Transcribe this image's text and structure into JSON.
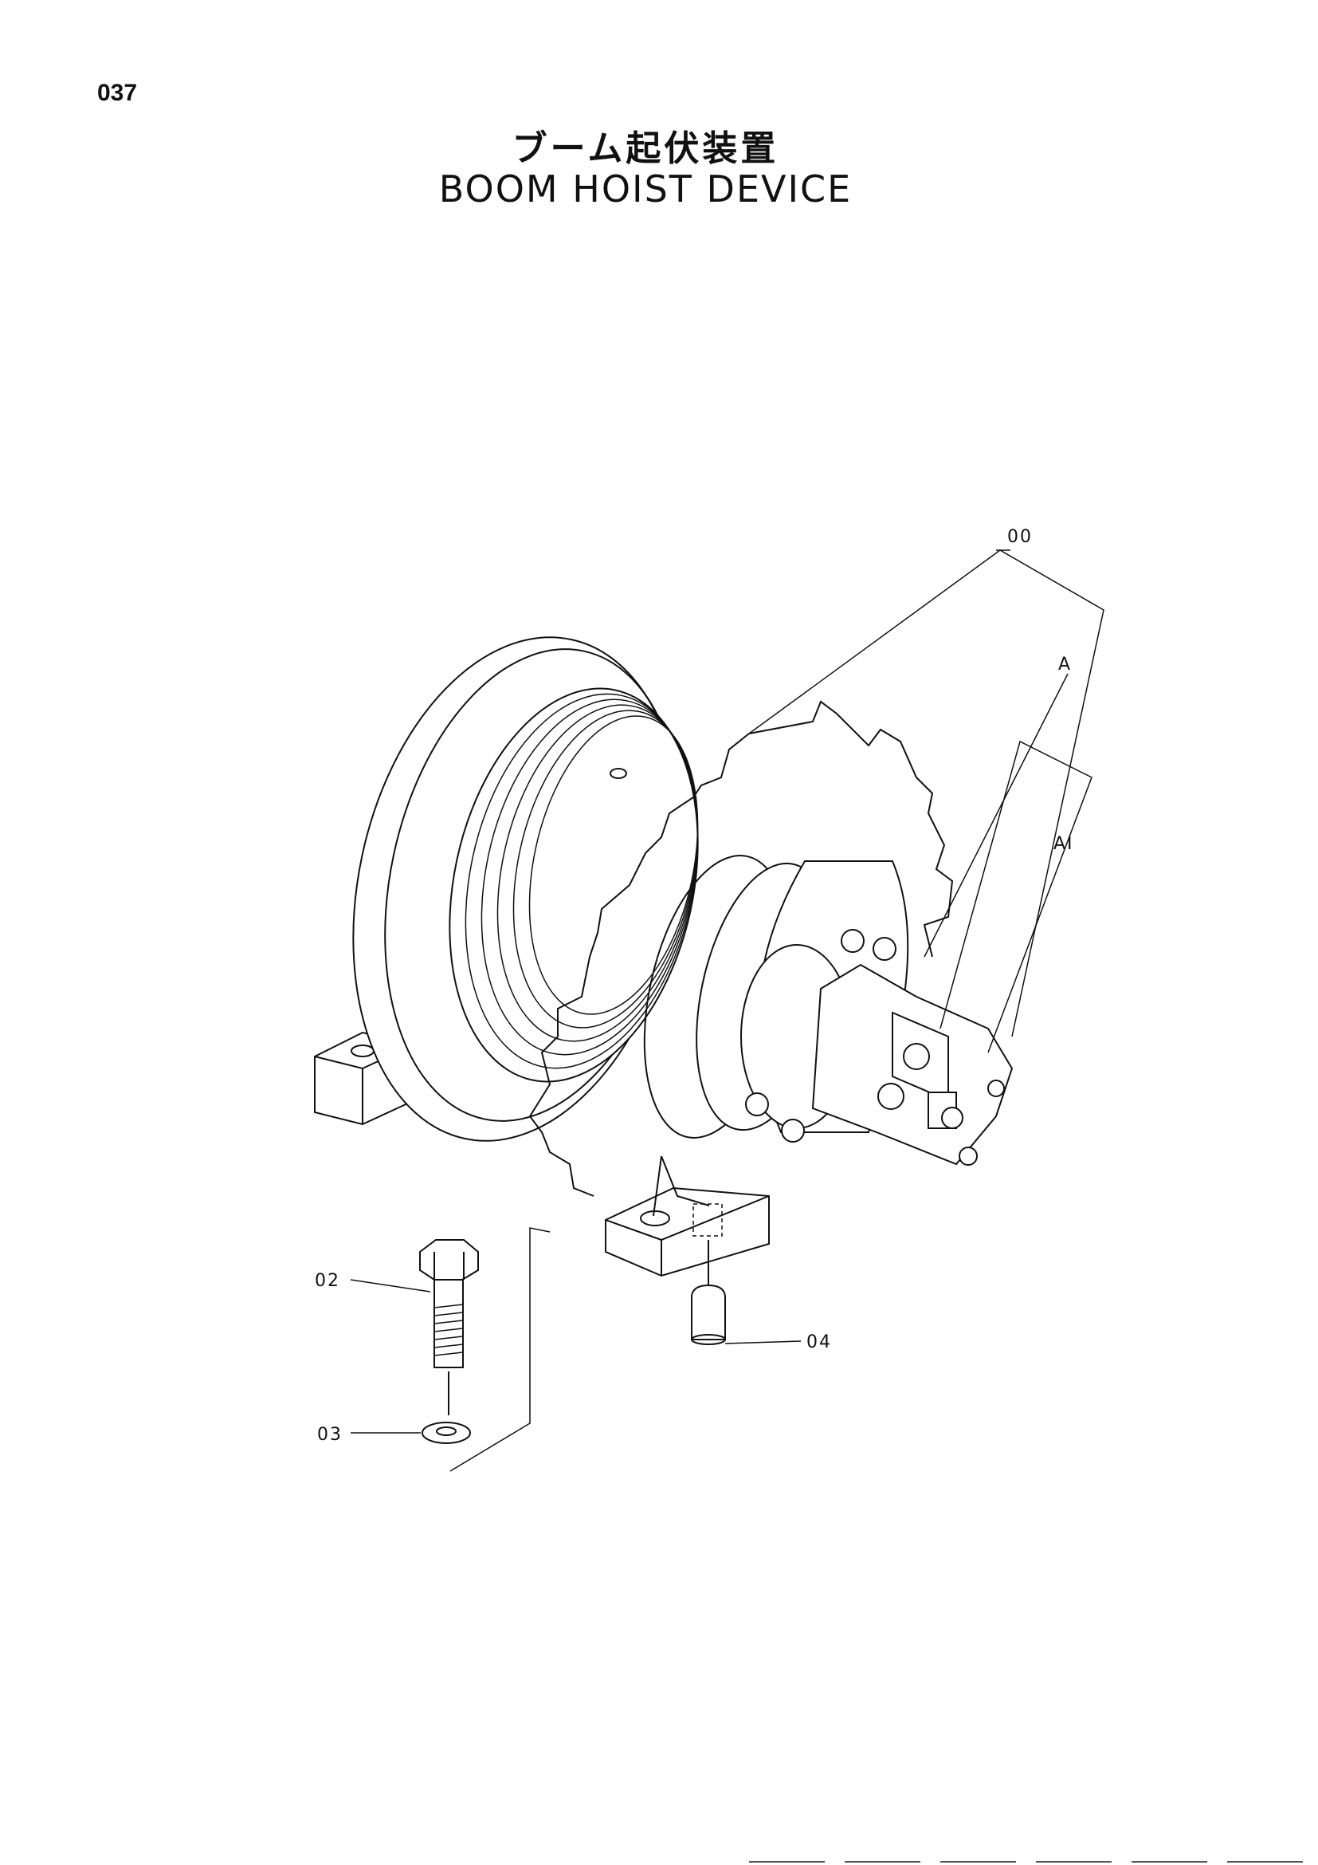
{
  "page": {
    "number": "037"
  },
  "titles": {
    "japanese": "ブーム起伏装置",
    "english": "BOOM HOIST DEVICE"
  },
  "callouts": {
    "assembly": "00",
    "sub_a": "A",
    "sub_a1": "AI",
    "bolt": "02",
    "washer": "03",
    "plug": "04"
  }
}
